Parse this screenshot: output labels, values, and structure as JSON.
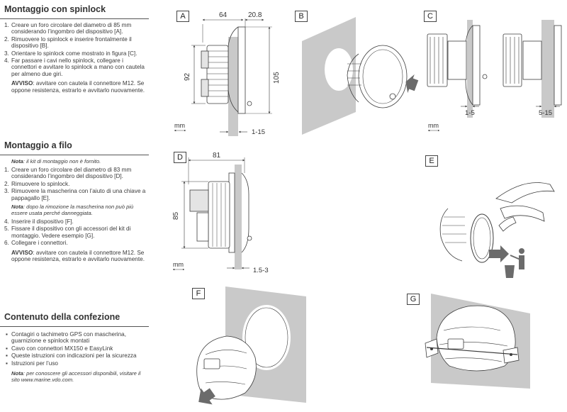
{
  "spinlock": {
    "title": "Montaggio con spinlock",
    "steps": [
      {
        "n": "1.",
        "text": "Creare un foro circolare del diametro di 85 mm considerando l’ingombro del dispositivo [A]."
      },
      {
        "n": "2.",
        "text": "Rimuovere lo spinlock e inserire frontalmente il dispositivo [B]."
      },
      {
        "n": "3.",
        "text": "Orientare lo spinlock come mostrato in figura [C]."
      },
      {
        "n": "4.",
        "text": "Far passare i cavi nello spinlock, collegare i connettori e avvitare lo spinlock a mano con cautela per almeno due giri."
      }
    ],
    "warning_label": "AVVISO",
    "warning_text": ": avvitare con cautela il connettore M12. Se oppone resistenza, estrarlo e avvitarlo nuovamente."
  },
  "filo": {
    "title": "Montaggio a filo",
    "note_label": "Nota",
    "note_text": ": il kit di montaggio non è fornito.",
    "steps_a": [
      {
        "n": "1.",
        "text": "Creare un foro circolare del diametro di 83 mm considerando l’ingombro del dispositivo [D]."
      },
      {
        "n": "2.",
        "text": "Rimuovere lo spinlock."
      },
      {
        "n": "3.",
        "text": "Rimuovere la mascherina con l’aiuto di una chiave a pappagallo [E]."
      }
    ],
    "note2_label": "Nota",
    "note2_text": ": dopo la rimozione la mascherina non può più essere usata perché danneggiata.",
    "steps_b": [
      {
        "n": "4.",
        "text": "Inserire il dispositivo [F]."
      },
      {
        "n": "5.",
        "text": "Fissare il dispositivo con gli accessori del kit di montaggio. Vedere esempio [G]."
      },
      {
        "n": "6.",
        "text": "Collegare i connettori."
      }
    ],
    "warning_label": "AVVISO",
    "warning_text": ": avvitare con cautela il connettore M12. Se oppone resistenza, estrarlo e avvitarlo nuovamente."
  },
  "contenuto": {
    "title": "Contenuto della confezione",
    "items": [
      "Contagiri o tachimetro GPS con mascherina, guarnizione e spinlock montati",
      "Cavo con connettori MX150 e EasyLink",
      "Queste istruzioni con indicazioni per la sicurezza",
      "Istruzioni per l’uso"
    ],
    "note_label": "Nota",
    "note_text": ": per conoscere gli accessori disponibili, visitare il sito www.marine.vdo.com."
  },
  "figures": {
    "A": {
      "label": "A",
      "dim_width": "64",
      "dim_depth": "20.8",
      "dim_height_left": "92",
      "dim_height_right": "105",
      "dim_panel": "1-15",
      "unit": "mm"
    },
    "B": {
      "label": "B"
    },
    "C": {
      "label": "C",
      "dim_left": "1-5",
      "dim_right": "5-15",
      "unit": "mm"
    },
    "D": {
      "label": "D",
      "dim_width": "81",
      "dim_height": "85",
      "dim_panel": "1.5-3",
      "unit": "mm"
    },
    "E": {
      "label": "E"
    },
    "F": {
      "label": "F"
    },
    "G": {
      "label": "G"
    }
  },
  "colors": {
    "panel": "#c9c9c9",
    "line": "#3c3c3c",
    "arrow": "#6b6b6b"
  }
}
